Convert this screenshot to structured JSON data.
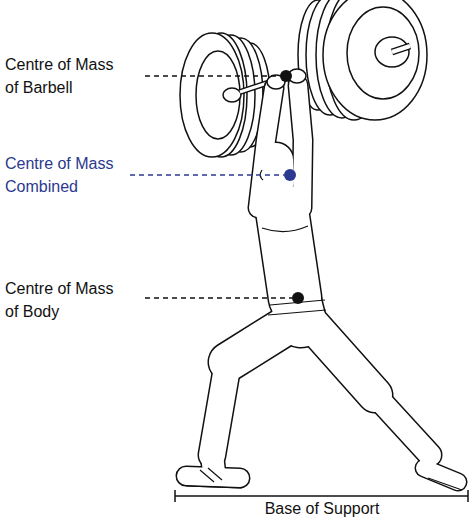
{
  "diagram": {
    "labels": [
      "Centre of Mass of Barbell",
      "Centre of Mass Combined",
      "Centre of Mass of Body",
      "Base of Support"
    ]
  }
}
